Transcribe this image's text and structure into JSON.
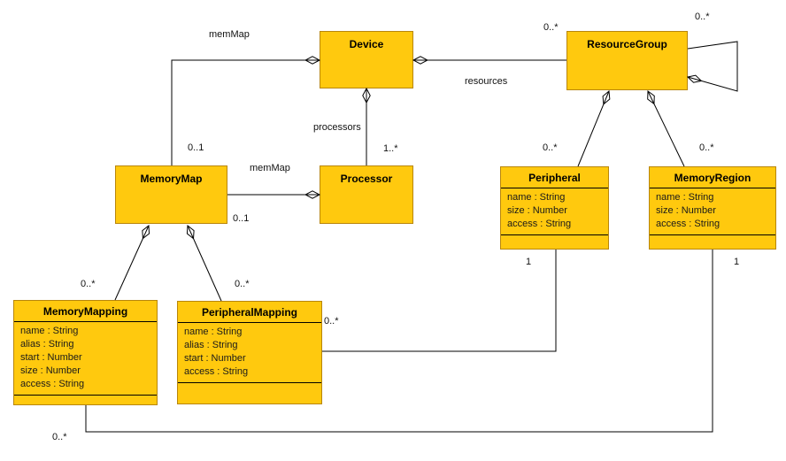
{
  "diagram_type": "uml-class-diagram",
  "colors": {
    "class_fill": "#FFC90E",
    "class_border": "#B8860B",
    "compartment_divider": "#000000",
    "line": "#000000",
    "background": "#FFFFFF"
  },
  "classes": [
    {
      "name": "Device",
      "attributes": []
    },
    {
      "name": "ResourceGroup",
      "attributes": []
    },
    {
      "name": "MemoryMap",
      "attributes": []
    },
    {
      "name": "Processor",
      "attributes": []
    },
    {
      "name": "Peripheral",
      "attributes": [
        "name : String",
        "size : Number",
        "access : String"
      ]
    },
    {
      "name": "MemoryRegion",
      "attributes": [
        "name : String",
        "size : Number",
        "access : String"
      ]
    },
    {
      "name": "MemoryMapping",
      "attributes": [
        "name : String",
        "alias : String",
        "start : Number",
        "size : Number",
        "access : String"
      ]
    },
    {
      "name": "PeripheralMapping",
      "attributes": [
        "name : String",
        "alias : String",
        "start : Number",
        "access : String"
      ]
    }
  ],
  "labels": {
    "memmap_top": "memMap",
    "resources": "resources",
    "processors": "processors",
    "memmap_mid": "memMap",
    "mult_rg_resources": "0..*",
    "mult_rg_self": "0..*",
    "mult_processors": "1..*",
    "mult_memmap_device": "0..1",
    "mult_memmap_processor": "0..1",
    "mult_peripheral_rg": "0..*",
    "mult_memoryregion_rg": "0..*",
    "mult_memorymapping_mm": "0..*",
    "mult_peripheralmapping_mm": "0..*",
    "mult_peripheralmapping_assoc": "0..*",
    "mult_peripheral_assoc": "1",
    "mult_memoryregion_assoc": "1",
    "mult_memorymapping_assoc": "0..*"
  },
  "relationships": [
    {
      "from": "Device",
      "to": "MemoryMap",
      "type": "composition",
      "diamond_at": "Device",
      "role": "memMap",
      "multiplicity": "0..1"
    },
    {
      "from": "Device",
      "to": "ResourceGroup",
      "type": "composition",
      "diamond_at": "Device",
      "role": "resources",
      "multiplicity": "0..*"
    },
    {
      "from": "Device",
      "to": "Processor",
      "type": "composition",
      "diamond_at": "Device",
      "role": "processors",
      "multiplicity": "1..*"
    },
    {
      "from": "Processor",
      "to": "MemoryMap",
      "type": "composition",
      "diamond_at": "Processor",
      "role": "memMap",
      "multiplicity": "0..1"
    },
    {
      "from": "ResourceGroup",
      "to": "ResourceGroup",
      "type": "composition",
      "diamond_at": "ResourceGroup",
      "multiplicity": "0..*"
    },
    {
      "from": "ResourceGroup",
      "to": "Peripheral",
      "type": "composition",
      "diamond_at": "ResourceGroup",
      "multiplicity": "0..*"
    },
    {
      "from": "ResourceGroup",
      "to": "MemoryRegion",
      "type": "composition",
      "diamond_at": "ResourceGroup",
      "multiplicity": "0..*"
    },
    {
      "from": "MemoryMap",
      "to": "MemoryMapping",
      "type": "composition",
      "diamond_at": "MemoryMap",
      "multiplicity": "0..*"
    },
    {
      "from": "MemoryMap",
      "to": "PeripheralMapping",
      "type": "composition",
      "diamond_at": "MemoryMap",
      "multiplicity": "0..*"
    },
    {
      "from": "Peripheral",
      "to": "PeripheralMapping",
      "type": "association",
      "end_multiplicities": {
        "Peripheral": "1",
        "PeripheralMapping": "0..*"
      }
    },
    {
      "from": "MemoryRegion",
      "to": "MemoryMapping",
      "type": "association",
      "end_multiplicities": {
        "MemoryRegion": "1",
        "MemoryMapping": "0..*"
      }
    }
  ]
}
